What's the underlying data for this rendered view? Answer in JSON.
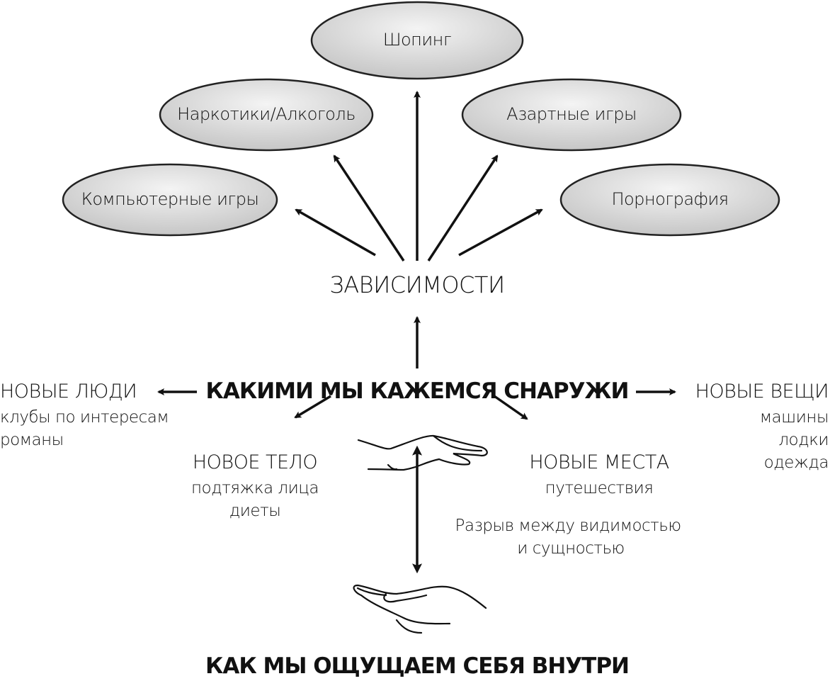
{
  "addictions": {
    "title": "ЗАВИСИМОСТИ",
    "items": [
      "Шопинг",
      "Наркотики/Алкоголь",
      "Азартные игры",
      "Компьютерные игры",
      "Порнография"
    ]
  },
  "outside": {
    "title": "КАКИМИ МЫ КАЖЕМСЯ СНАРУЖИ"
  },
  "inside": {
    "title": "КАК МЫ ОЩУЩАЕМ СЕБЯ ВНУТРИ"
  },
  "branches": {
    "people": {
      "title": "НОВЫЕ ЛЮДИ",
      "items": [
        "клубы по интересам",
        "романы"
      ]
    },
    "things": {
      "title": "НОВЫЕ ВЕЩИ",
      "items": [
        "машины",
        "лодки",
        "одежда"
      ]
    },
    "body": {
      "title": "НОВОЕ ТЕЛО",
      "items": [
        "подтяжка лица",
        "диеты"
      ]
    },
    "places": {
      "title": "НОВЫЕ МЕСТА",
      "items": [
        "путешествия"
      ]
    }
  },
  "gap": {
    "lines": [
      "Разрыв между видимостью",
      "и сущностью"
    ]
  }
}
